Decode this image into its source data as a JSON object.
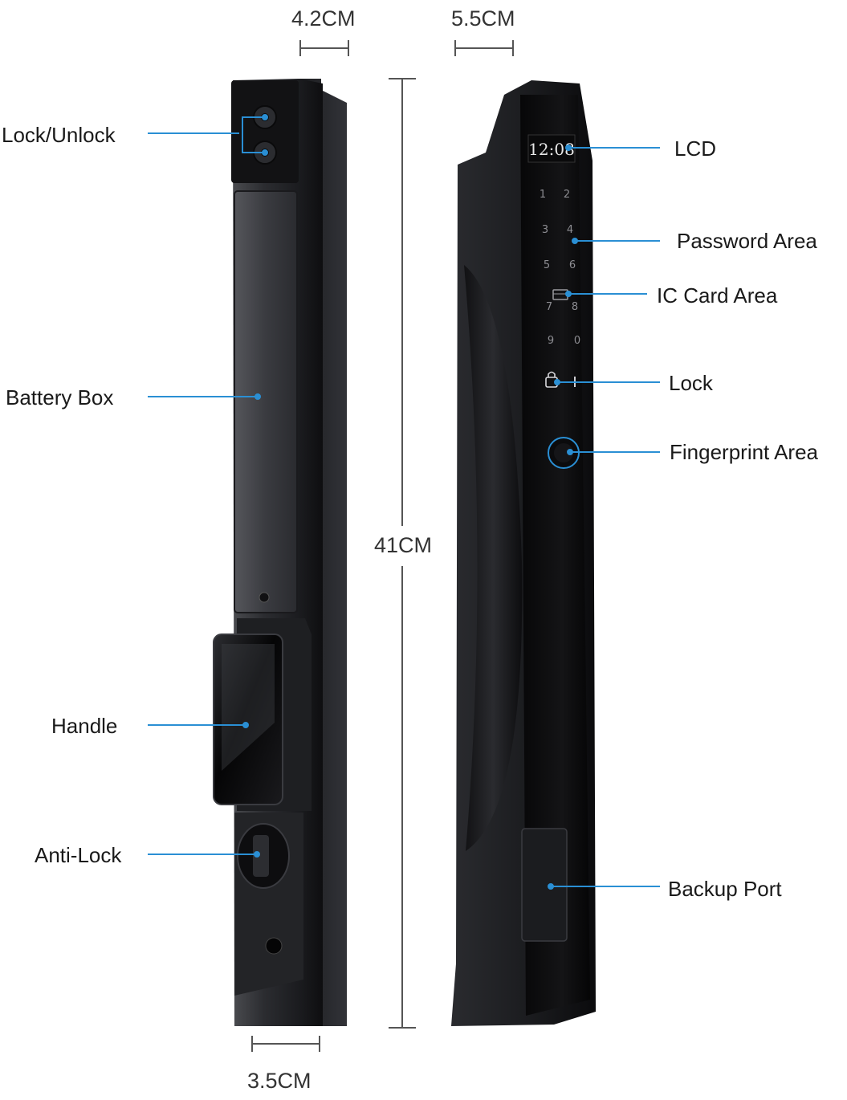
{
  "dimensions": {
    "top_left": "4.2CM",
    "top_right": "5.5CM",
    "height": "41CM",
    "bottom": "3.5CM"
  },
  "left_labels": {
    "lock_unlock": "Lock/Unlock",
    "battery_box": "Battery Box",
    "handle": "Handle",
    "anti_lock": "Anti-Lock"
  },
  "right_labels": {
    "lcd": "LCD",
    "password_area": "Password Area",
    "ic_card_area": "IC Card Area",
    "lock": "Lock",
    "fingerprint_area": "Fingerprint Area",
    "backup_port": "Backup Port"
  },
  "lcd_display": "12:08",
  "keypad": [
    "1",
    "2",
    "3",
    "4",
    "5",
    "6",
    "7",
    "8",
    "9",
    "0"
  ],
  "colors": {
    "callout": "#2a8fd4",
    "body": "#1e1e20",
    "dimension_line": "#555555"
  }
}
